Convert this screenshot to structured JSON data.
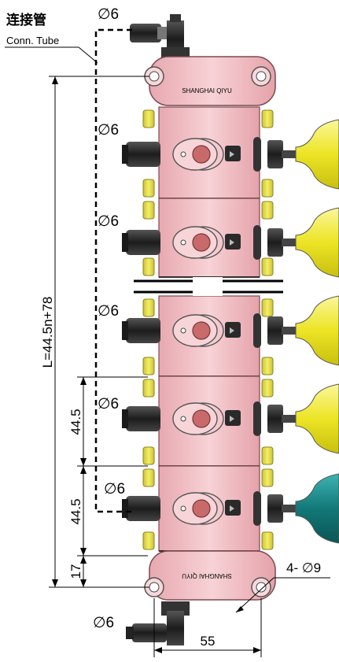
{
  "callout": {
    "chinese": "连接管",
    "english": "Conn. Tube"
  },
  "fitting_label": "∅6",
  "total_length": "L=44.5n+78",
  "pitch_upper": "44.5",
  "pitch_lower": "44.5",
  "end_offset": "17",
  "width": "55",
  "holes": "4- ∅9",
  "engraving_top": "SHANGHAI QIYU",
  "engraving_bottom": "SHANGHAI QIYU",
  "colors": {
    "body": "#f3c2c8",
    "body_edge": "#7a4a50",
    "button": "#c96a6a",
    "yellow_cup": "#f2ee4a",
    "teal_cup": "#1a8a8a",
    "fitting_dark": "#2e2e2e"
  }
}
